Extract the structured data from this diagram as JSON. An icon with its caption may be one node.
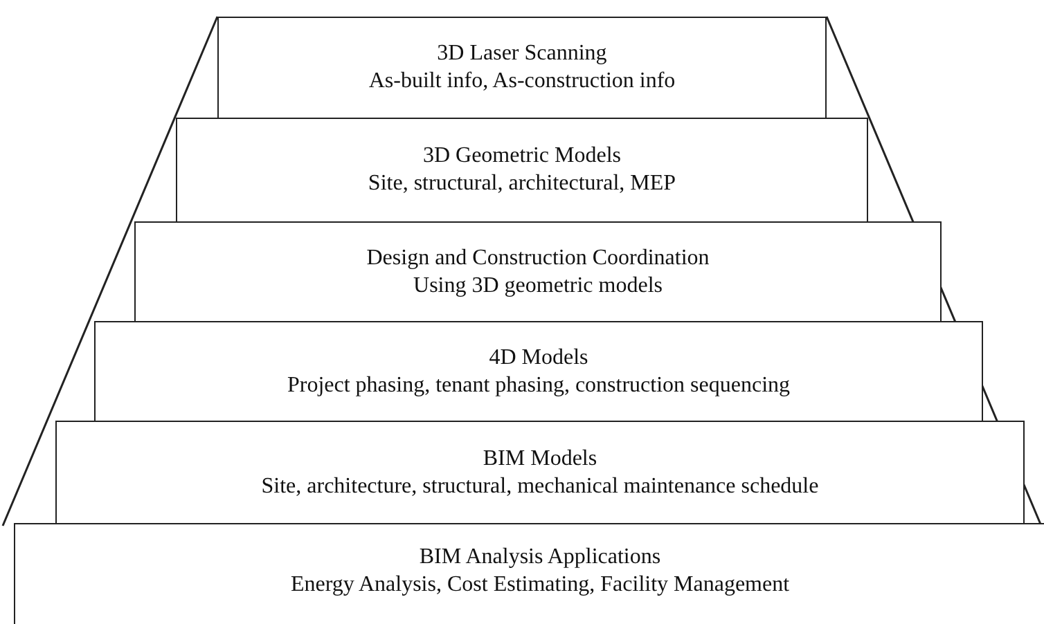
{
  "diagram": {
    "nodes": [
      {
        "text": [
          "3D Laser Scanning",
          "As-built info, As-construction info"
        ]
      },
      {
        "text": [
          "3D Geometric Models",
          "Site, structural, architectural, MEP"
        ]
      },
      {
        "text": [
          "Design and Construction Coordination",
          "Using 3D geometric models"
        ]
      },
      {
        "text": [
          "4D Models",
          "Project phasing, tenant phasing, construction sequencing"
        ]
      },
      {
        "text": [
          "BIM Models",
          "Site, architecture, structural, mechanical maintenance schedule"
        ]
      },
      {
        "text": [
          "BIM Analysis Applications",
          "Energy Analysis, Cost Estimating, Facility Management"
        ]
      }
    ]
  }
}
